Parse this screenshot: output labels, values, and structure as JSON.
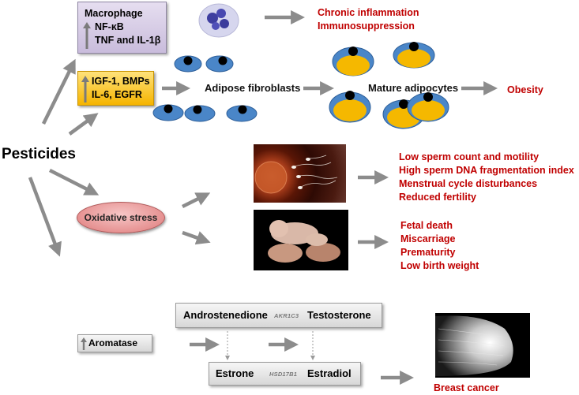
{
  "macrophage": {
    "title": "Macrophage",
    "line1": "NF-κB",
    "line2": "TNF and IL-1β"
  },
  "growth_factors": {
    "line1": "IGF-1, BMPs",
    "line2": "IL-6, EGFR"
  },
  "inflammation": {
    "line1": "Chronic inflammation",
    "line2": "Immunosuppression"
  },
  "adipose_fibroblasts": "Adipose fibroblasts",
  "mature_adipocytes": "Mature adipocytes",
  "obesity": "Obesity",
  "pesticides": "Pesticides",
  "oxidative_stress": "Oxidative stress",
  "fertility_effects": [
    "Low sperm count and motility",
    "High sperm DNA fragmentation index",
    "Menstrual cycle disturbances",
    "Reduced fertility"
  ],
  "pregnancy_effects": [
    "Fetal death",
    "Miscarriage",
    "Prematurity",
    "Low birth weight"
  ],
  "hormones": {
    "androstenedione": "Androstenedione",
    "akr1c3": "AKR1C3",
    "testosterone": "Testosterone",
    "estrone": "Estrone",
    "hsd17b1": "HSD17B1",
    "estradiol": "Estradiol"
  },
  "aromatase": "Aromatase",
  "breast_cancer": "Breast cancer",
  "colors": {
    "outcome_red": "#c00000",
    "arrow_gray": "#8c8c8c",
    "cell_blue": "#4a86c8",
    "fat_yellow": "#f5b800"
  }
}
